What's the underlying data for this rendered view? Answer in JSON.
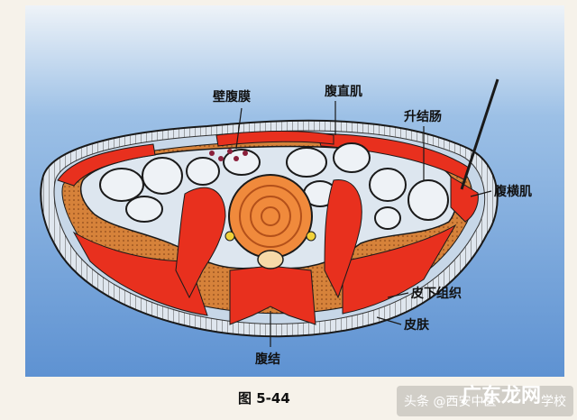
{
  "labels": {
    "parietal_peritoneum": "壁腹膜",
    "rectus_abdominis": "腹直肌",
    "ascending_colon": "升结肠",
    "transversus_abdominis": "腹横肌",
    "subcutaneous_tissue": "皮下组织",
    "skin": "皮肤",
    "abdominal_knot": "腹结"
  },
  "caption": "图 5-44",
  "watermark": {
    "prefix": "头条 @西安中医",
    "suffix": "学校",
    "overlay": "广东龙网"
  },
  "colors": {
    "background_blue": "#6f9fd6",
    "muscle_red": "#e8301e",
    "fat_orange": "#d9823a",
    "bowel_orange": "#f08a3c",
    "outline": "#1a1a1a"
  }
}
